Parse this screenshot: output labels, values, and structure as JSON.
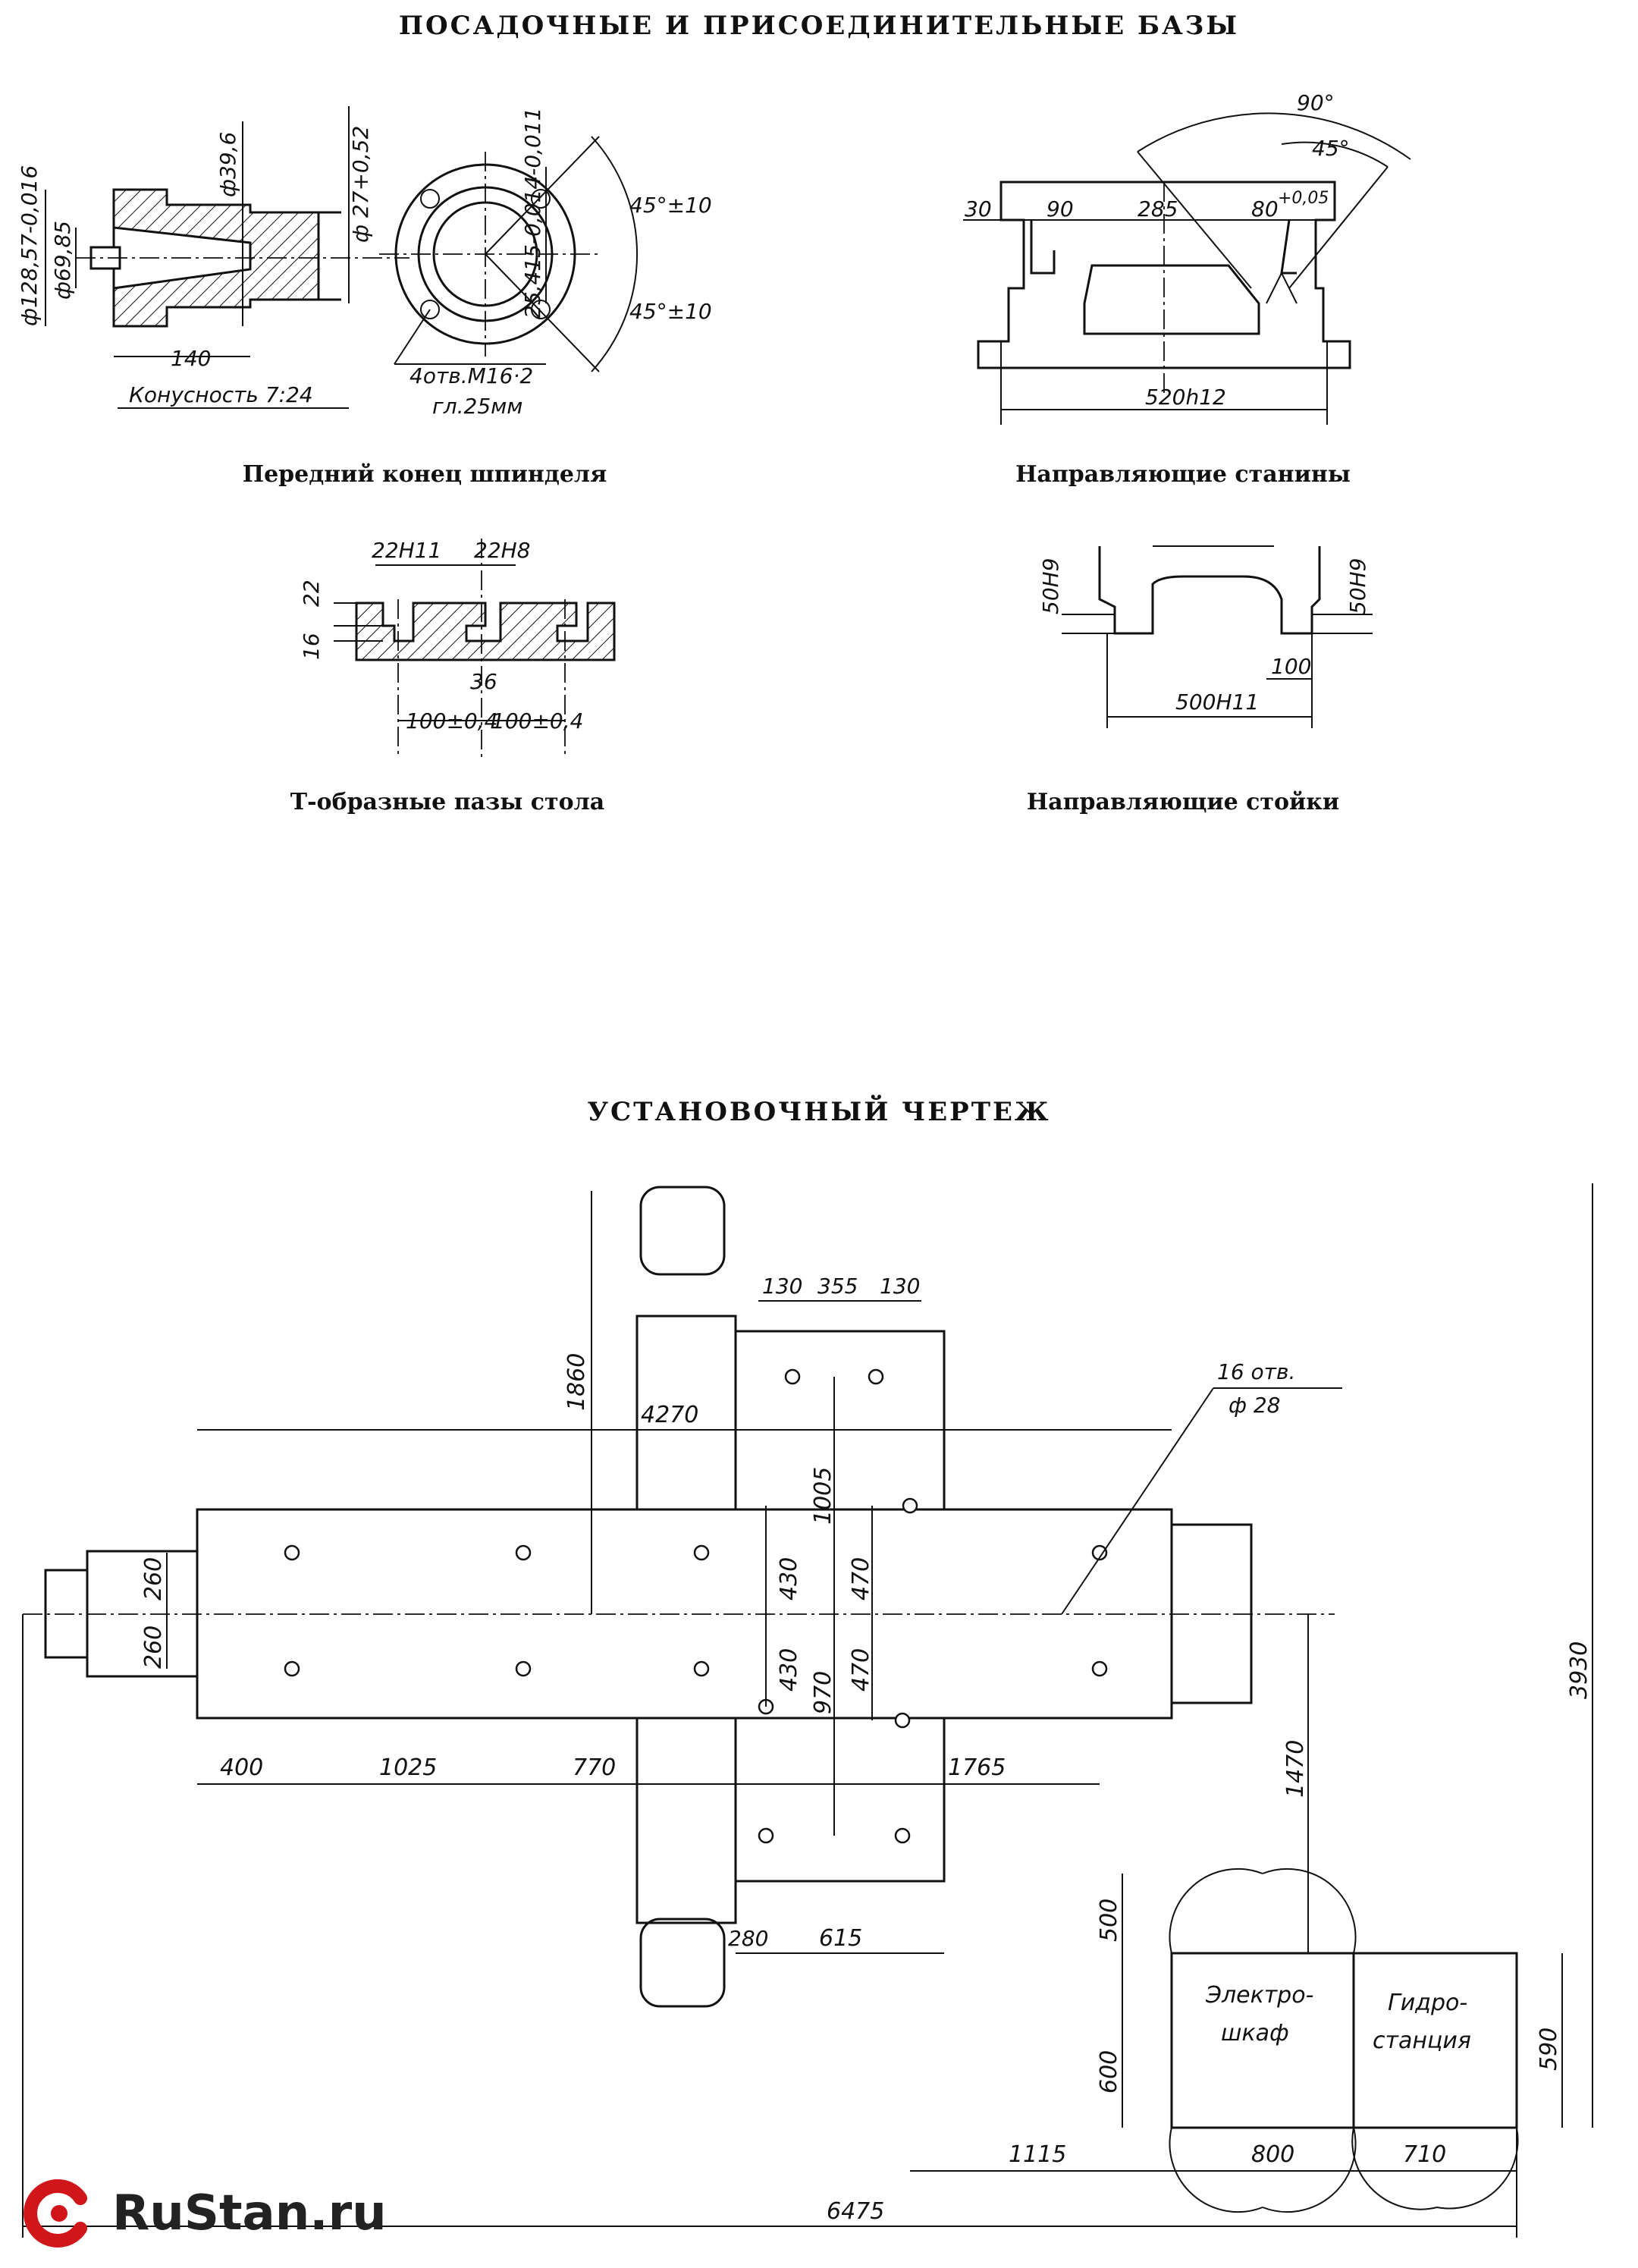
{
  "header": {
    "title": "ПОСАДОЧНЫЕ  И  ПРИСОЕДИНИТЕЛЬНЫЕ  БАЗЫ"
  },
  "captions": {
    "spindle": "Передний конец шпинделя",
    "bed": "Направляющие станины",
    "slots": "Т-образные пазы стола",
    "column": "Направляющие стойки"
  },
  "spindle_dims": {
    "d_outer": "ф128,57-0,016",
    "d_mid": "ф69,85",
    "d_396": "ф39,6",
    "d_27": "ф 27+0,52",
    "len_140": "140",
    "taper": "Конусность 7:24",
    "size_25": "25,415-0,014-0,011",
    "angle_top": "45°±10",
    "angle_bottom": "45°±10",
    "holes": "4отв.М16·2",
    "depth": "гл.25мм"
  },
  "bed_dims": {
    "a90": "90°",
    "a45": "45°",
    "d30": "30",
    "d90": "90",
    "d285": "285",
    "d80": "80",
    "tol80": "+0,05",
    "d520": "520h12"
  },
  "slot_dims": {
    "s22h11": "22H11",
    "s22h8": "22H8",
    "d22": "22",
    "d16": "16",
    "d36": "36",
    "p1": "100±0,4",
    "p2": "100±0,4"
  },
  "column_dims": {
    "l50": "50H9",
    "r50": "50H9",
    "d100": "100",
    "d500": "500H11"
  },
  "install": {
    "title": "УСТАНОВОЧНЫЙ  ЧЕРТЕЖ",
    "dims": {
      "d1860": "1860",
      "d4270": "4270",
      "d130a": "130",
      "d355": "355",
      "d130b": "130",
      "holes_a": "16 отв.",
      "holes_b": "ф 28",
      "d1005": "1005",
      "d430a": "430",
      "d470a": "470",
      "d430b": "430",
      "d970": "970",
      "d470b": "470",
      "d260a": "260",
      "d260b": "260",
      "d3930": "3930",
      "d1470": "1470",
      "d400": "400",
      "d1025": "1025",
      "d770": "770",
      "d1765": "1765",
      "d280": "280",
      "d615": "615",
      "d500": "500",
      "d600": "600",
      "d590": "590",
      "d1115": "1115",
      "d800": "800",
      "d710": "710",
      "d6475": "6475"
    },
    "elektro_1": "Электро-",
    "elektro_2": "шкаф",
    "gidro_1": "Гидро-",
    "gidro_2": "станция"
  },
  "brand": {
    "name": "RuStan.ru",
    "color": "#d0151b"
  }
}
